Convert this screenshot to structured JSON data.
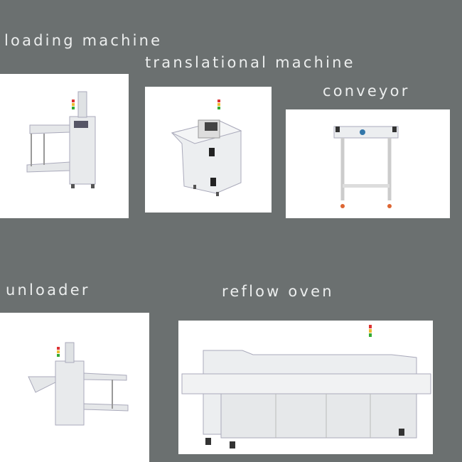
{
  "labels": {
    "loading": "loading machine",
    "translational": "translational machine",
    "conveyor": "conveyor",
    "unloader": "unloader",
    "reflow": "reflow oven"
  },
  "colors": {
    "background": "#6b7070",
    "text": "#eceeee"
  }
}
